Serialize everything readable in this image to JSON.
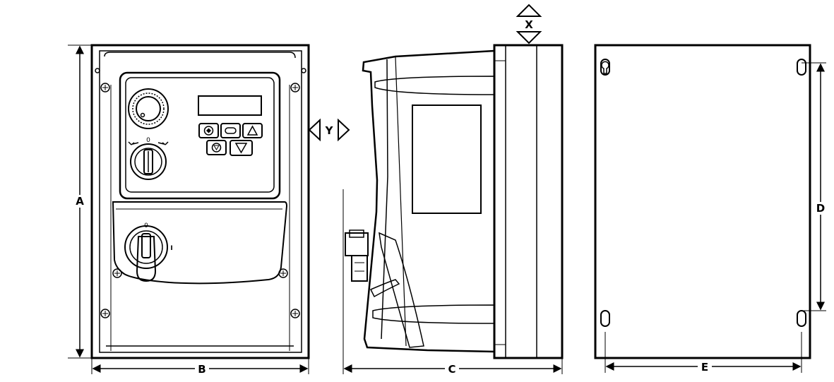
{
  "dimensions": {
    "A": "A",
    "B": "B",
    "C": "C",
    "D": "D",
    "E": "E",
    "X": "X",
    "Y": "Y"
  },
  "keypad": {
    "display_value": ""
  },
  "isolator": {
    "off_mark": "0",
    "on_mark": "I"
  },
  "colors": {
    "stroke": "#000000",
    "background": "#ffffff"
  }
}
